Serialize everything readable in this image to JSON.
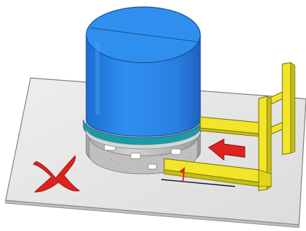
{
  "figure": {
    "subject": "drum-on-pallet-forklift-handling-diagram",
    "prohibition_mark": "red-x-mark",
    "arrow": "insertion-direction-arrow",
    "angle_indicator": "fork-tilt-angle-arc"
  },
  "colors": {
    "drum_body": "#2a86e8",
    "drum_top": "#2f8fee",
    "band": "#1d9aa8",
    "base_ring": "#c9c9c9",
    "plate": "#e6e6e6",
    "fork_yellow": "#f2e52a",
    "fork_shadow": "#c7bd12",
    "warning_red": "#e0221f"
  }
}
